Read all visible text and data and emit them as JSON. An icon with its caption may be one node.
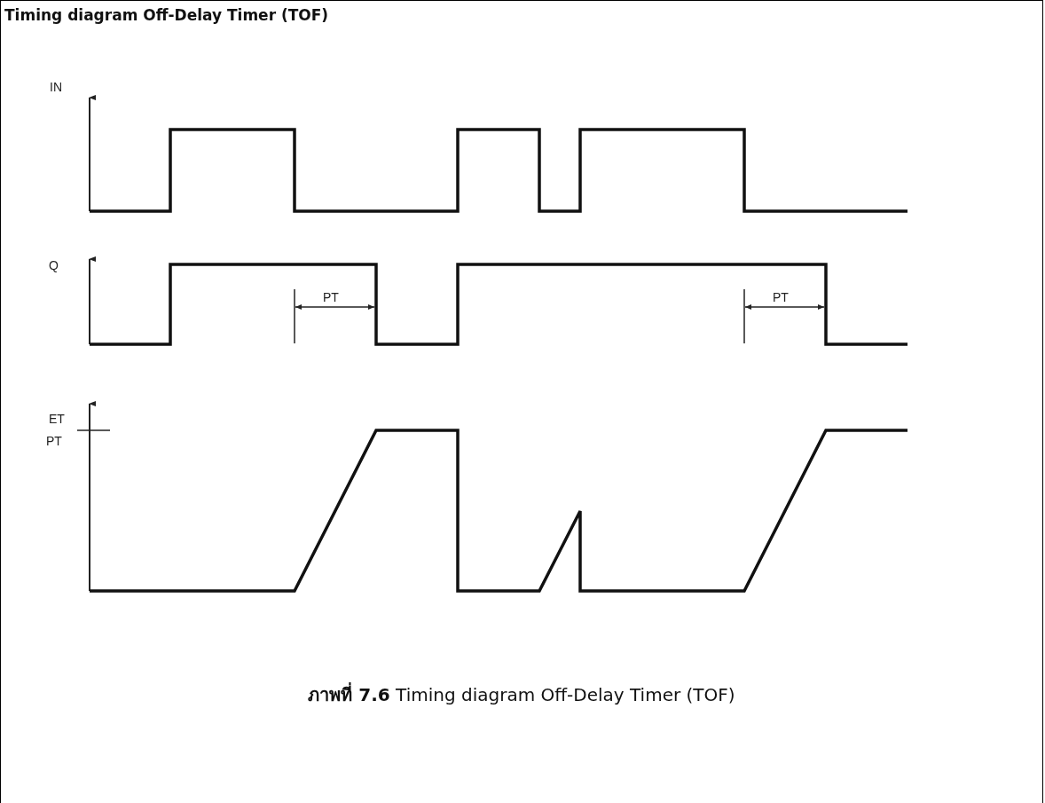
{
  "diagram": {
    "title": "Timing diagram Off-Delay Timer (TOF)",
    "caption": "**ภาพที่ 7.6** Timing diagram Off-Delay Timer (TOF)",
    "labels": [
      "IN",
      "Q",
      "PT",
      "PT",
      "ET",
      "PT"
    ]
  }
}
